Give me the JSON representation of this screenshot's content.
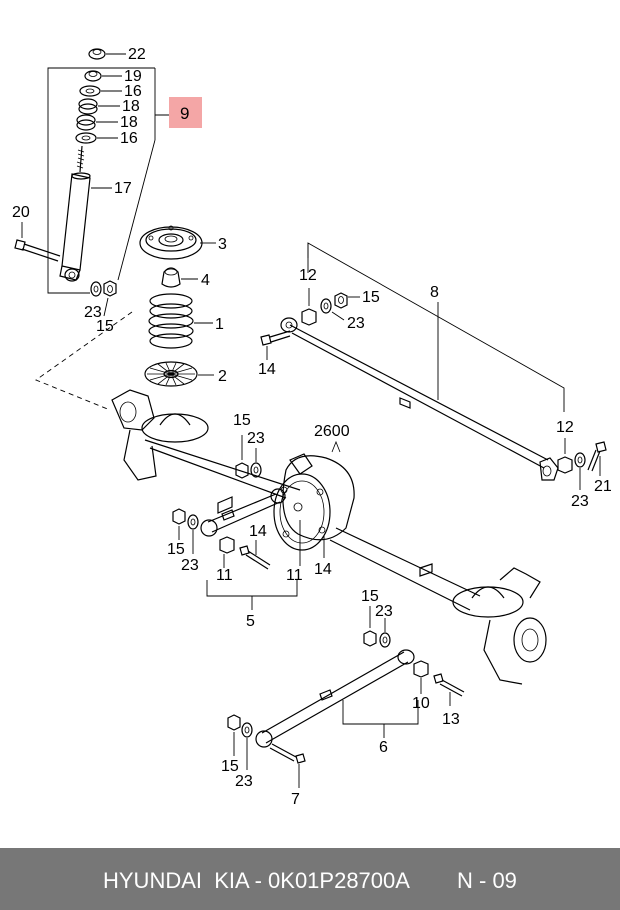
{
  "diagram": {
    "highlight_color": "#f4a6a6",
    "footer_color": "#777777",
    "labels": {
      "p22": "22",
      "p19": "19",
      "p16a": "16",
      "p18a": "18",
      "p18b": "18",
      "p16b": "16",
      "p9": "9",
      "p17": "17",
      "p20": "20",
      "p3": "3",
      "p4": "4",
      "p1": "1",
      "p2": "2",
      "p23a": "23",
      "p15a": "15",
      "p12a": "12",
      "p8": "8",
      "p15b": "15",
      "p23b": "23",
      "p14a": "14",
      "p12b": "12",
      "p23c": "23",
      "p21": "21",
      "p15c": "15",
      "p23d": "23",
      "p2600": "2600",
      "p15d": "15",
      "p23e": "23",
      "p14b": "14",
      "p11a": "11",
      "p11b": "11",
      "p14c": "14",
      "p5": "5",
      "p15e": "15",
      "p23f": "23",
      "p10": "10",
      "p13": "13",
      "p15f": "15",
      "p23g": "23",
      "p6": "6",
      "p7": "7"
    }
  },
  "footer": {
    "reference": "HYUNDAI  KIA - 0K01P28700A",
    "page": "N - 09"
  }
}
